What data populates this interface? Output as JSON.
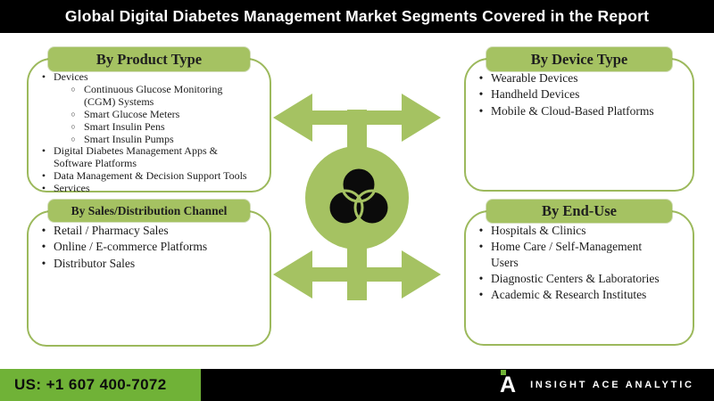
{
  "title": "Global Digital Diabetes Management Market Segments Covered in the Report",
  "boxes": [
    {
      "id": "product-type",
      "header": "By Product Type",
      "items": [
        {
          "label": "Devices",
          "sub": [
            "Continuous Glucose Monitoring\n(CGM) Systems",
            "Smart Glucose Meters",
            "Smart Insulin Pens",
            "Smart Insulin Pumps"
          ]
        },
        {
          "label": "Digital Diabetes Management Apps &\nSoftware Platforms"
        },
        {
          "label": "Data Management & Decision Support Tools"
        },
        {
          "label": "Services"
        }
      ]
    },
    {
      "id": "device-type",
      "header": "By Device Type",
      "items": [
        {
          "label": "Wearable Devices"
        },
        {
          "label": "Handheld Devices"
        },
        {
          "label": "Mobile & Cloud-Based Platforms"
        }
      ]
    },
    {
      "id": "sales-channel",
      "header": "By Sales/Distribution Channel",
      "items": [
        {
          "label": "Retail / Pharmacy Sales"
        },
        {
          "label": "Online / E-commerce Platforms"
        },
        {
          "label": "Distributor Sales"
        }
      ]
    },
    {
      "id": "end-use",
      "header": "By End-Use",
      "items": [
        {
          "label": "Hospitals & Clinics"
        },
        {
          "label": "Home Care / Self-Management\nUsers"
        },
        {
          "label": "Diagnostic Centers & Laboratories"
        },
        {
          "label": "Academic & Research Institutes"
        }
      ]
    }
  ],
  "footer": {
    "phone": "US: +1 607 400-7072",
    "brand": "INSIGHT ACE ANALYTIC",
    "logo_letter": "A"
  },
  "icons": {
    "center": "crossroads-double-arrows-with-venn-diagram",
    "bullet_level1": "•",
    "bullet_level2": "○"
  },
  "colors": {
    "accent": "#a5c262",
    "accent_border": "#9cb95c",
    "footer_green": "#70b237",
    "title_bg": "#000000",
    "text_dark": "#1c1c1c"
  }
}
